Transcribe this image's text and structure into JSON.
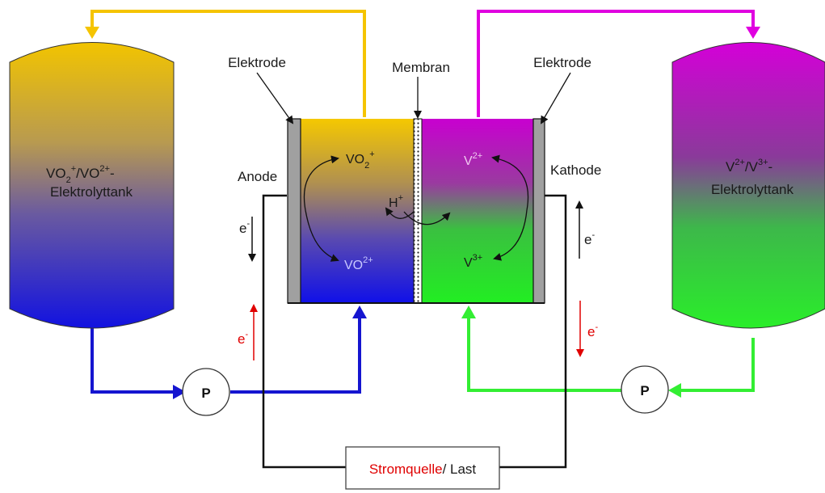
{
  "labels": {
    "electrode_left": "Elektrode",
    "electrode_right": "Elektrode",
    "membrane": "Membran",
    "anode": "Anode",
    "cathode": "Kathode",
    "pump_left": "P",
    "pump_right": "P",
    "source_red": "Stromquelle",
    "source_rest": "/ Last"
  },
  "tank_left": {
    "ion_a": "VO",
    "ion_a_sub": "2",
    "ion_a_sup": "+",
    "sep": "/VO",
    "ion_b_sup": "2+",
    "dash": "-",
    "line2": "Elektrolyttank"
  },
  "tank_right": {
    "ion_a": "V",
    "ion_a_sup": "2+",
    "sep": "/V",
    "ion_b_sup": "3+",
    "dash": "-",
    "line2": "Elektrolyttank"
  },
  "cell": {
    "vo2_plus": "VO",
    "vo2_plus_sub": "2",
    "vo2_plus_sup": "+",
    "vo2plus": "VO",
    "vo2plus_sup": "2+",
    "h": "H",
    "h_sup": "+",
    "v2": "V",
    "v2_sup": "2+",
    "v3": "V",
    "v3_sup": "3+"
  },
  "electrons": {
    "left_black": "e",
    "left_red": "e",
    "right_black": "e",
    "right_red": "e",
    "sup": "-"
  },
  "colors": {
    "yellow": "#F5C400",
    "blue": "#1010E0",
    "magenta": "#E000E0",
    "green": "#33EE33",
    "red": "#E00000"
  }
}
